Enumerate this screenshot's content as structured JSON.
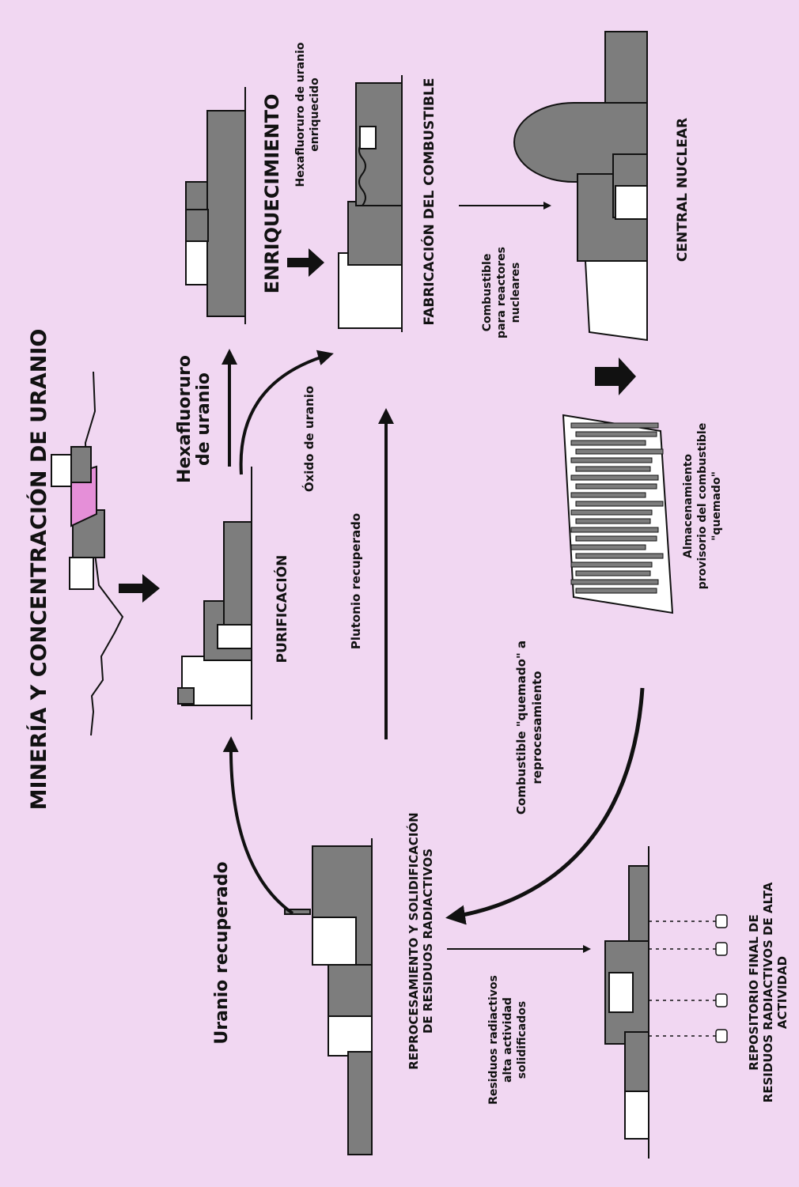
{
  "title": "MINERÍA Y CONCENTRACIÓN DE URANIO",
  "stages": {
    "purification": "PURIFICACIÓN",
    "enrichment": "ENRIQUECIMIENTO",
    "fuel_fabrication": "FABRICACIÓN DEL COMBUSTIBLE",
    "nuclear_plant": "CENTRAL NUCLEAR",
    "storage": [
      "Almacenamiento",
      "provisorio del combustible",
      "\"quemado\""
    ],
    "reprocessing": [
      "REPROCESAMIENTO Y SOLIDIFICACIÓN",
      "DE RESIDUOS RADIACTIVOS"
    ],
    "repository": [
      "REPOSITORIO FINAL DE",
      "RESIDUOS RADIACTIVOS DE ALTA",
      "ACTIVIDAD"
    ]
  },
  "flows": {
    "uranium_hexafluoride": [
      "Hexafluoruro",
      "de uranio"
    ],
    "enriched_hexafluoride": [
      "Hexafluoruro de uranio",
      "enriquecido"
    ],
    "uranium_oxide": "Óxido de uranio",
    "recovered_plutonium": "Plutonio recuperado",
    "reactor_fuel": [
      "Combustible",
      "para reactores",
      "nucleares"
    ],
    "burned_fuel_to_reprocessing": [
      "Combustible \"quemado\" a",
      "reprocesamiento"
    ],
    "recovered_uranium": "Uranio recuperado",
    "solidified_waste": [
      "Residuos radiactivos",
      "alta actividad",
      "solidificados"
    ]
  },
  "colors": {
    "background": "#f1d7f2",
    "building": "#7d7d7d",
    "ink": "#111111",
    "accent_pink": "#e58fd8"
  }
}
